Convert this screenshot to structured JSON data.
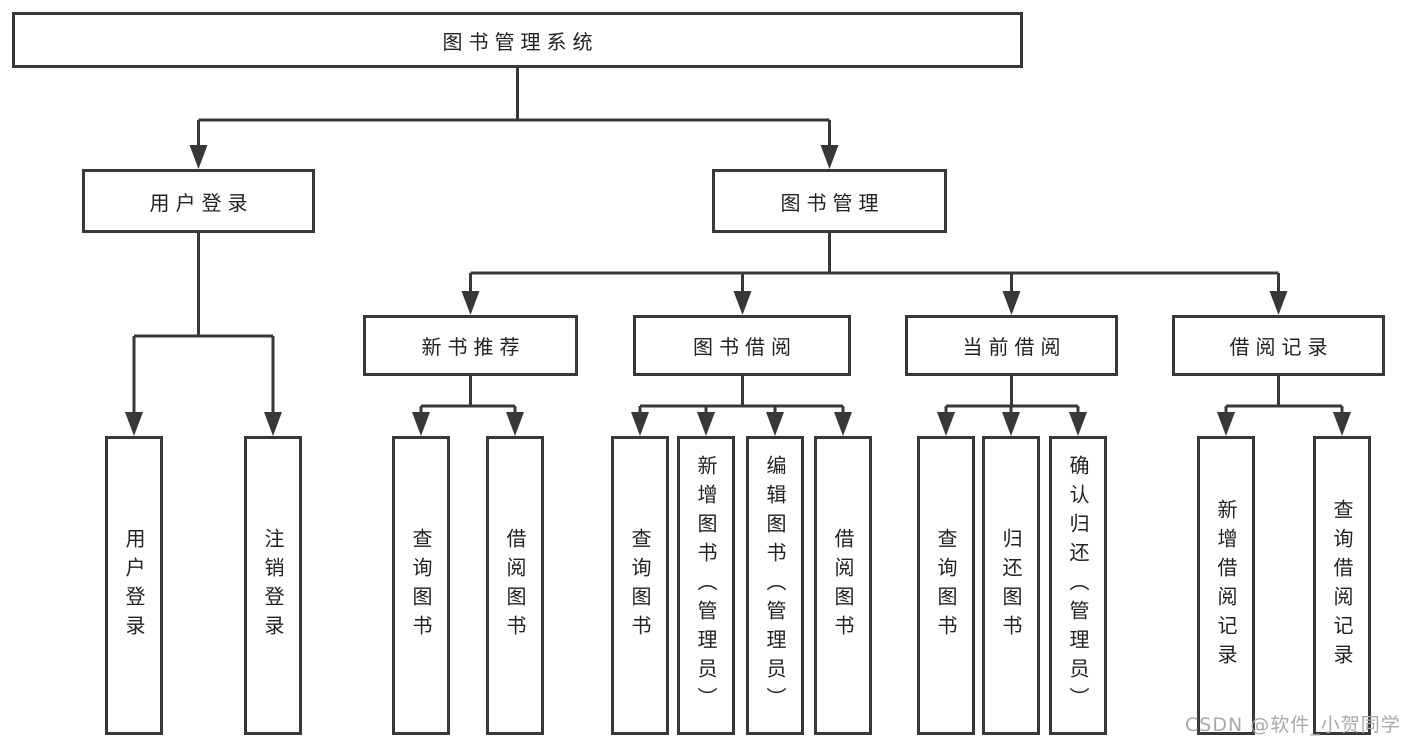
{
  "diagram": {
    "root": {
      "label": "图书管理系统"
    },
    "level2": {
      "user_login": {
        "label": "用户登录"
      },
      "book_management": {
        "label": "图书管理"
      }
    },
    "level3": {
      "new_book_recommend": {
        "label": "新书推荐"
      },
      "book_borrow": {
        "label": "图书借阅"
      },
      "current_borrow": {
        "label": "当前借阅"
      },
      "borrow_records": {
        "label": "借阅记录"
      }
    },
    "leaves": {
      "user_login": {
        "label": "用户登录"
      },
      "logout": {
        "label": "注销登录"
      },
      "recommend_query_book": {
        "label": "查询图书"
      },
      "recommend_borrow_book": {
        "label": "借阅图书"
      },
      "borrow_query_book": {
        "label": "查询图书"
      },
      "borrow_add_book": {
        "label": "新增图书（管理员）"
      },
      "borrow_edit_book": {
        "label": "编辑图书（管理员）"
      },
      "borrow_borrow_book": {
        "label": "借阅图书"
      },
      "current_query_book": {
        "label": "查询图书"
      },
      "current_return_book": {
        "label": "归还图书"
      },
      "current_confirm_return": {
        "label": "确认归还（管理员）"
      },
      "records_add_record": {
        "label": "新增借阅记录"
      },
      "records_query_record": {
        "label": "查询借阅记录"
      }
    },
    "colors": {
      "line": "#383838",
      "box_background": "#ffffff",
      "text": "#222222",
      "watermark": "#aaaaaa"
    }
  },
  "watermark": {
    "text": "CSDN @软件_小贺同学"
  }
}
